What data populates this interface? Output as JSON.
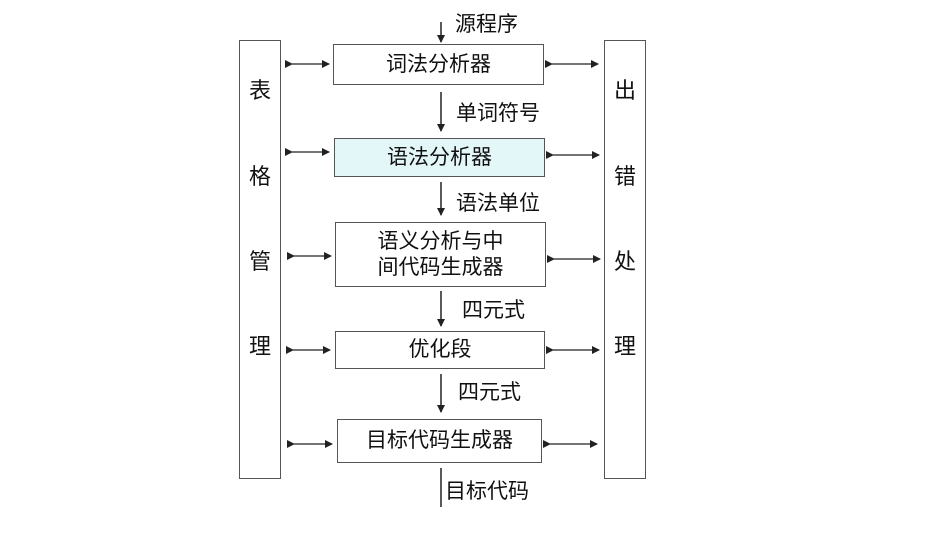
{
  "input_label": "源程序",
  "left_column": {
    "chars": [
      "表",
      "格",
      "管",
      "理"
    ]
  },
  "right_column": {
    "chars": [
      "出",
      "错",
      "处",
      "理"
    ]
  },
  "stages": [
    {
      "text": "词法分析器",
      "highlighted": false
    },
    {
      "text": "语法分析器",
      "highlighted": true
    },
    {
      "text": "语义分析与中间代码生成器",
      "highlighted": false
    },
    {
      "text": "优化段",
      "highlighted": false
    },
    {
      "text": "目标代码生成器",
      "highlighted": false
    }
  ],
  "edge_labels": [
    "单词符号",
    "语法单位",
    "四元式",
    "四元式"
  ],
  "output_label": "目标代码",
  "colors": {
    "highlight_fill": "#e3f7f9",
    "stroke": "#555555"
  }
}
